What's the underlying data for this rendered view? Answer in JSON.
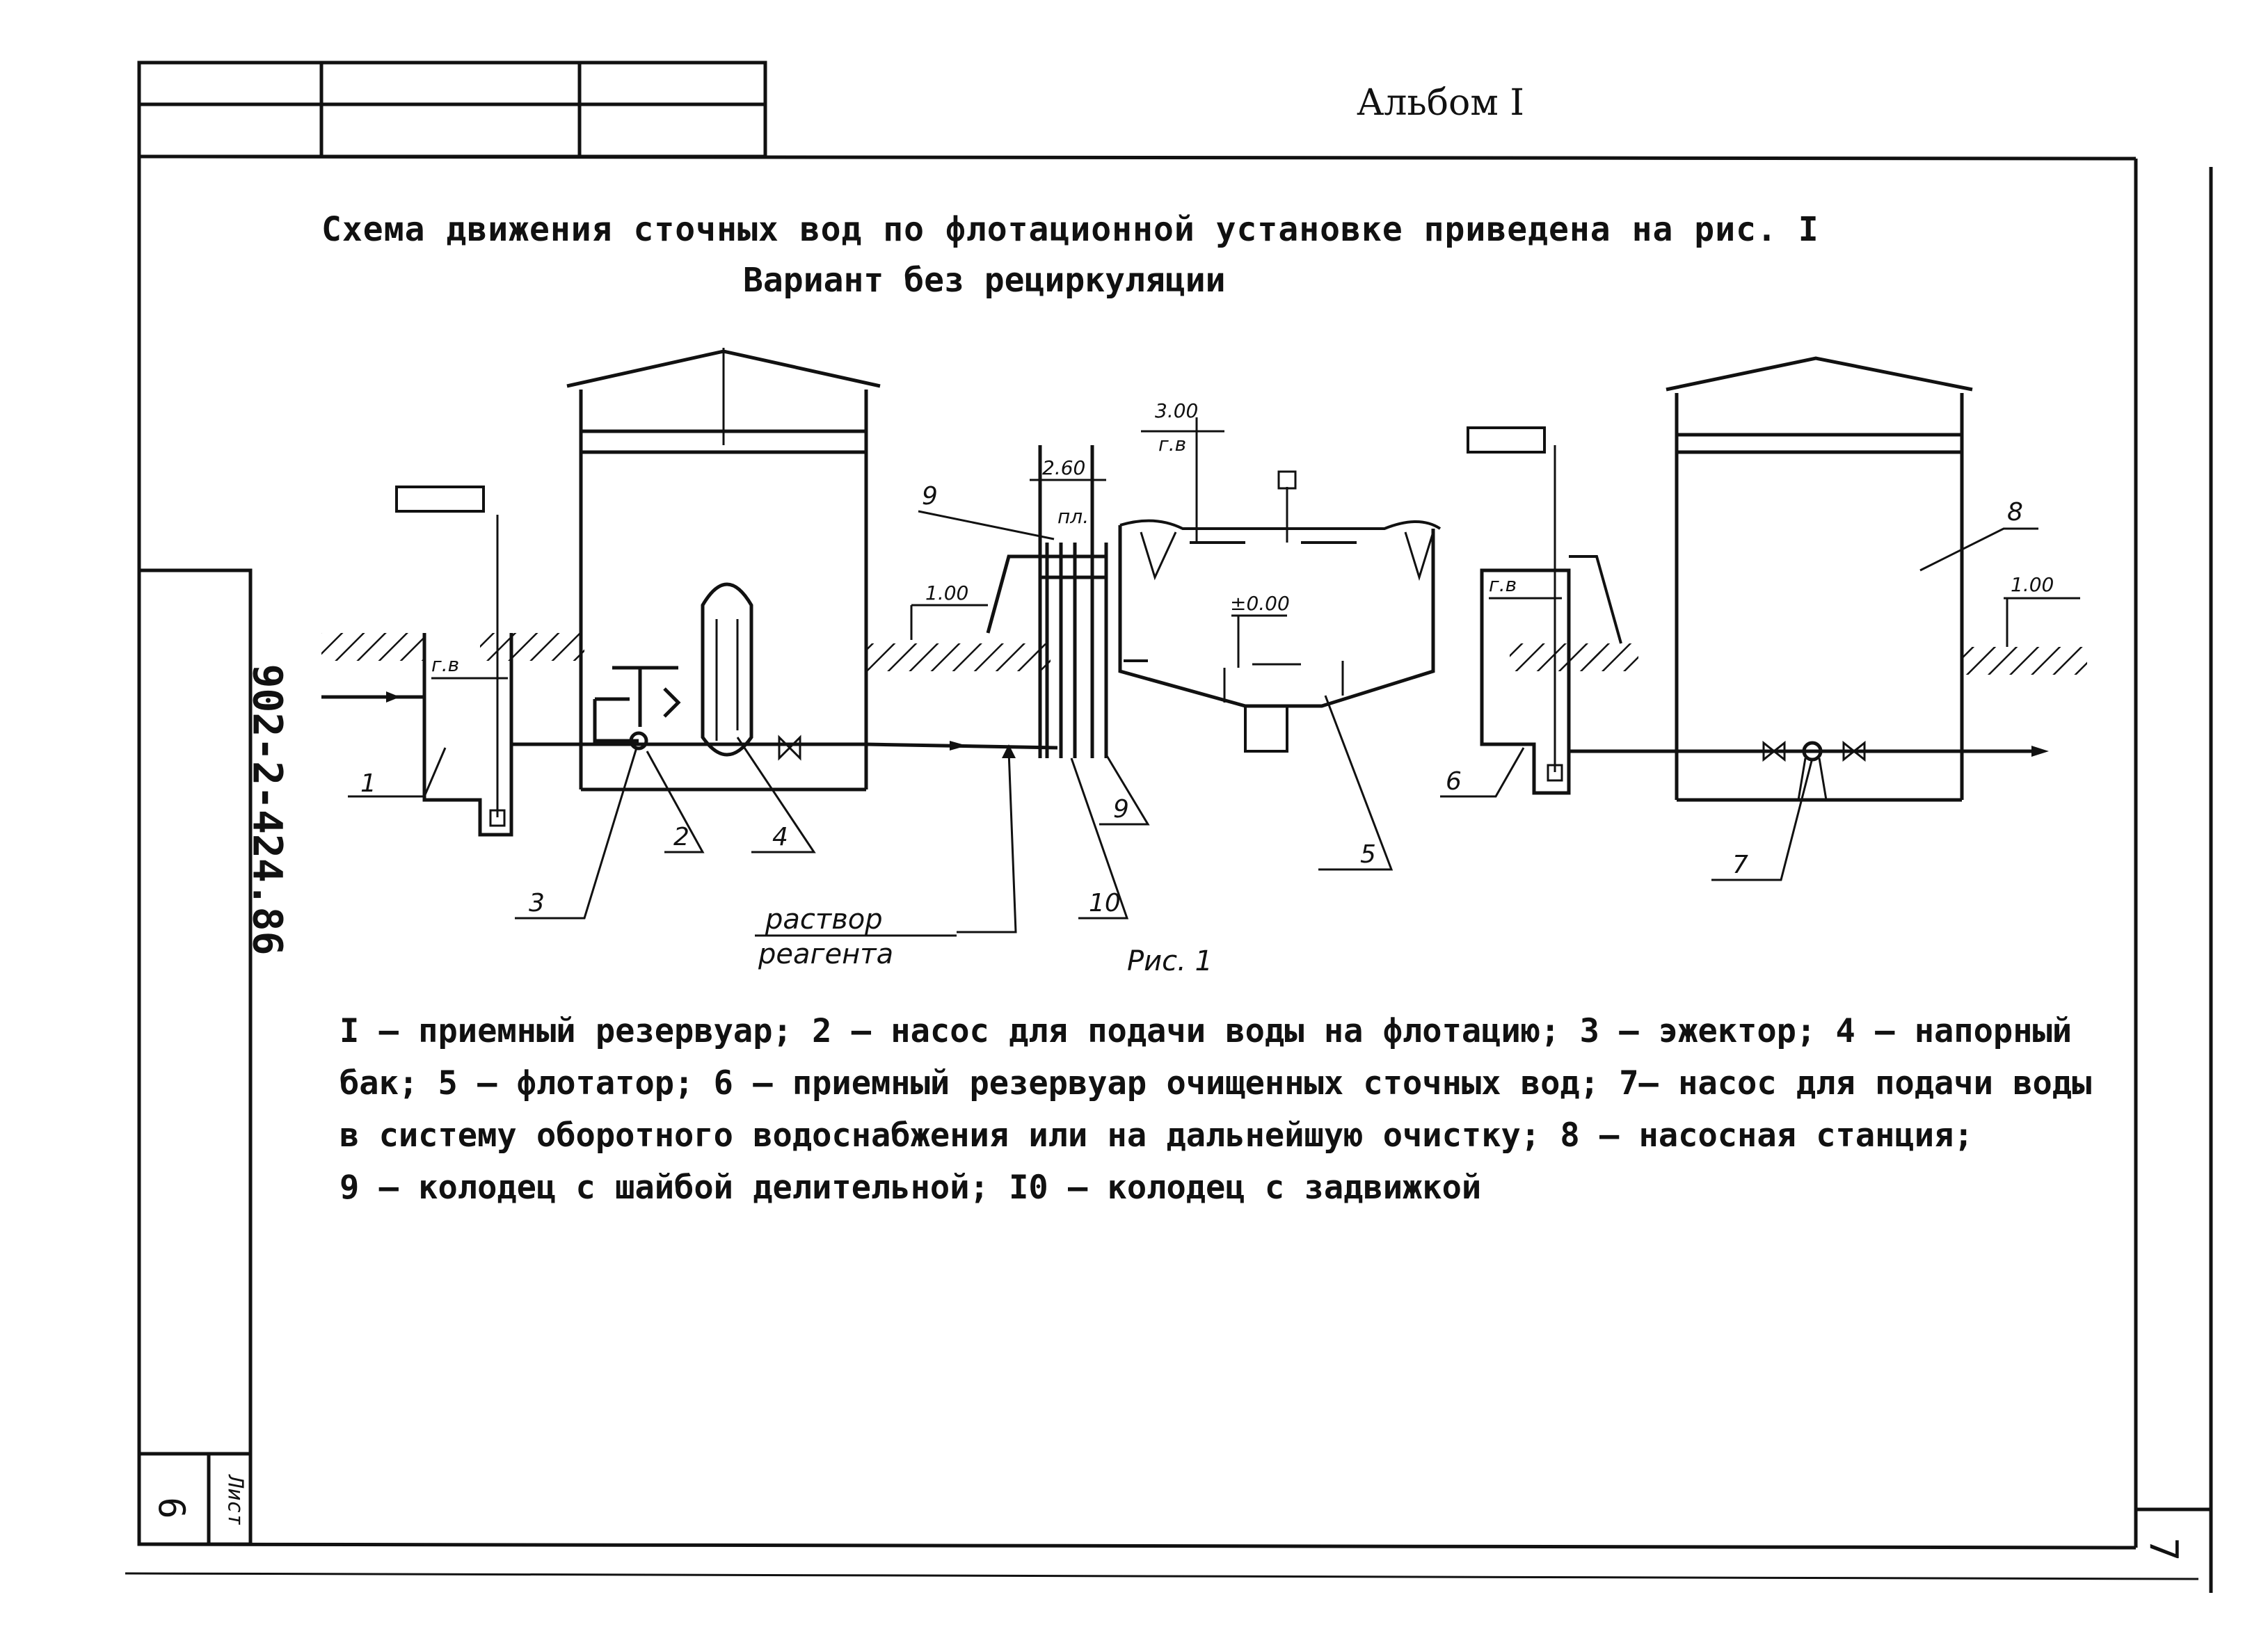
{
  "header": {
    "album": "Альбом I"
  },
  "title": "Схема движения сточных вод по флотационной установке приведена на рис. I",
  "subtitle": "Вариант без рециркуляции",
  "side_stamp": {
    "doc_number": "902-2-424.86",
    "sheet_label": "Лист",
    "sheet_number": "6"
  },
  "page_number": "7",
  "figure": {
    "caption": "Рис. 1",
    "reagent_label_1": "раствор",
    "reagent_label_2": "реагента",
    "callouts": [
      "1",
      "2",
      "3",
      "4",
      "5",
      "6",
      "7",
      "8",
      "9",
      "9",
      "10"
    ],
    "levels": [
      "1.00",
      "2.60",
      "3.00",
      "±0.00",
      "1.00"
    ],
    "water_labels": [
      "г.в",
      "г.в",
      "г.в"
    ],
    "platform_label": "пл."
  },
  "legend_lines": [
    "I – приемный резервуар; 2 – насос для подачи воды на флотацию; 3 – эжектор; 4 – напорный",
    "бак; 5 – флотатор; 6 – приемный резервуар очищенных сточных вод; 7– насос для подачи воды",
    "в систему оборотного водоснабжения или на дальнейшую очистку; 8 – насосная станция;",
    "9 – колодец с шайбой делительной; I0 – колодец с задвижкой"
  ]
}
